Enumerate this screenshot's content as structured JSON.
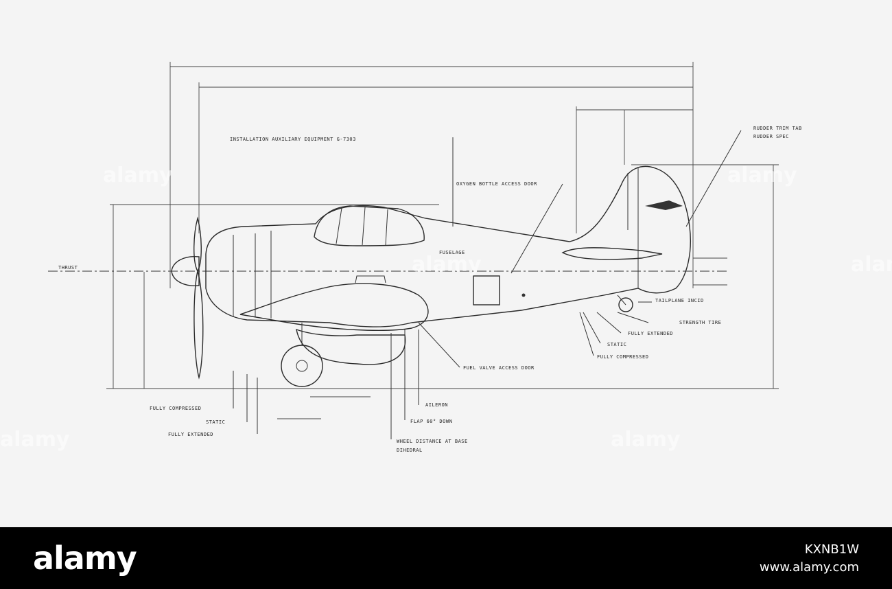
{
  "drawing": {
    "labels": {
      "installation": "INSTALLATION AUXILIARY EQUIPMENT G-7303",
      "oxygen": "OXYGEN BOTTLE ACCESS DOOR",
      "rudder_trim": "RUDDER TRIM TAB",
      "rudder_spec": "RUDDER SPEC",
      "tailplane": "TAILPLANE INCID",
      "strength": "STRENGTH TIRE",
      "fully_extended_r": "FULLY EXTENDED",
      "static_r": "STATIC",
      "fully_compressed_r": "FULLY COMPRESSED",
      "fuel_valve": "FUEL VALVE ACCESS DOOR",
      "fully_compressed_l": "FULLY COMPRESSED",
      "static_l": "STATIC",
      "fully_extended_l": "FULLY EXTENDED",
      "aileron": "AILERON",
      "flap": "FLAP 60° DOWN",
      "wheel_distance": "WHEEL DISTANCE AT BASE",
      "dihedral": "DIHEDRAL",
      "thrust": "THRUST",
      "fuselage": "FUSELAGE"
    },
    "watermarks": [
      "alamy",
      "alamy",
      "alamy",
      "alamy",
      "alamy",
      "alamy"
    ]
  },
  "footer": {
    "brand": "alamy",
    "image_code": "KXNB1W",
    "url": "www.alamy.com"
  }
}
